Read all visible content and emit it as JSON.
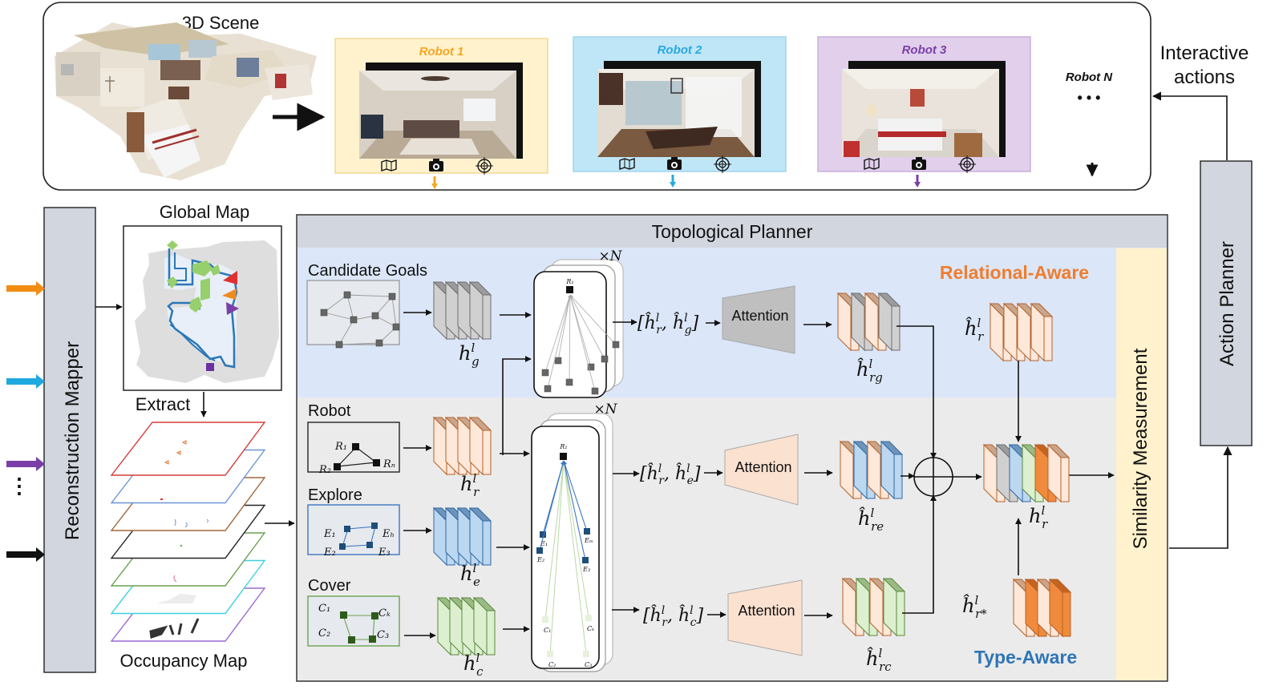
{
  "scene": {
    "title": "3D Scene",
    "robots": [
      {
        "label": "Robot 1",
        "color": "#f5a623",
        "panel_bg": "#fff2cc",
        "panel_border": "#f3d591",
        "view": "living-room",
        "icons": [
          "map-icon",
          "camera-icon",
          "target-icon"
        ]
      },
      {
        "label": "Robot 2",
        "color": "#29a8e0",
        "panel_bg": "#bfe6f7",
        "panel_border": "#9ed3ee",
        "view": "dining-room",
        "icons": [
          "map-icon",
          "camera-icon",
          "target-icon"
        ]
      },
      {
        "label": "Robot 3",
        "color": "#7a3fa8",
        "panel_bg": "#e1cfec",
        "panel_border": "#c8abd9",
        "view": "bedroom",
        "icons": [
          "map-icon",
          "camera-icon",
          "target-icon"
        ]
      }
    ],
    "robot_n_label": "Robot N",
    "ellipsis": "• • •",
    "interactive_actions": [
      "Interactive",
      "actions"
    ]
  },
  "mapper": {
    "label": "Reconstruction Mapper",
    "input_arrow_colors": [
      "#f28c13",
      "#1fa9e1",
      "#7a3fa8",
      "#111111"
    ],
    "ellipsis": "⋮"
  },
  "global_map": {
    "title": "Global Map"
  },
  "extract_label": "Extract",
  "occupancy_map": {
    "title": "Occupancy Map",
    "layer_colors": [
      "#d83a3a",
      "#6d95d8",
      "#a0673a",
      "#222222",
      "#6aa050",
      "#3fd0e0",
      "#9a6ad0"
    ]
  },
  "planner": {
    "title": "Topological Planner",
    "relational_label": "Relational-Aware",
    "type_label": "Type-Aware",
    "repeat_label": "×N",
    "rows": [
      {
        "name": "Candidate Goals",
        "feature": "h_g^l",
        "feature_sub": "g",
        "pair": [
          "ĥ",
          "r",
          "ĥ",
          "g"
        ],
        "attention": "Attention",
        "out_sub": "rg"
      },
      {
        "name": "Robot",
        "feature_sub": "r"
      },
      {
        "name": "Explore",
        "feature_sub": "e",
        "attention": "Attention",
        "out_sub": "re"
      },
      {
        "name": "Cover",
        "feature_sub": "c",
        "attention": "Attention",
        "out_sub": "rc"
      }
    ],
    "robot_nodes": [
      "R1",
      "R2",
      "RN"
    ],
    "explore_nodes": [
      "E1",
      "EH",
      "E2",
      "E3"
    ],
    "cover_nodes": [
      "C1",
      "CK",
      "C2",
      "C3"
    ],
    "graph2_nodes": [
      "R1",
      "E1",
      "EM",
      "E2",
      "E3",
      "C1",
      "CK",
      "C2",
      "C3"
    ],
    "fused_feature_sub": "r",
    "relational_feature_sub": "r",
    "type_feature_sub": "r*"
  },
  "similarity": {
    "label": "Similarity Measurement"
  },
  "action_planner": {
    "label": "Action Planner"
  }
}
